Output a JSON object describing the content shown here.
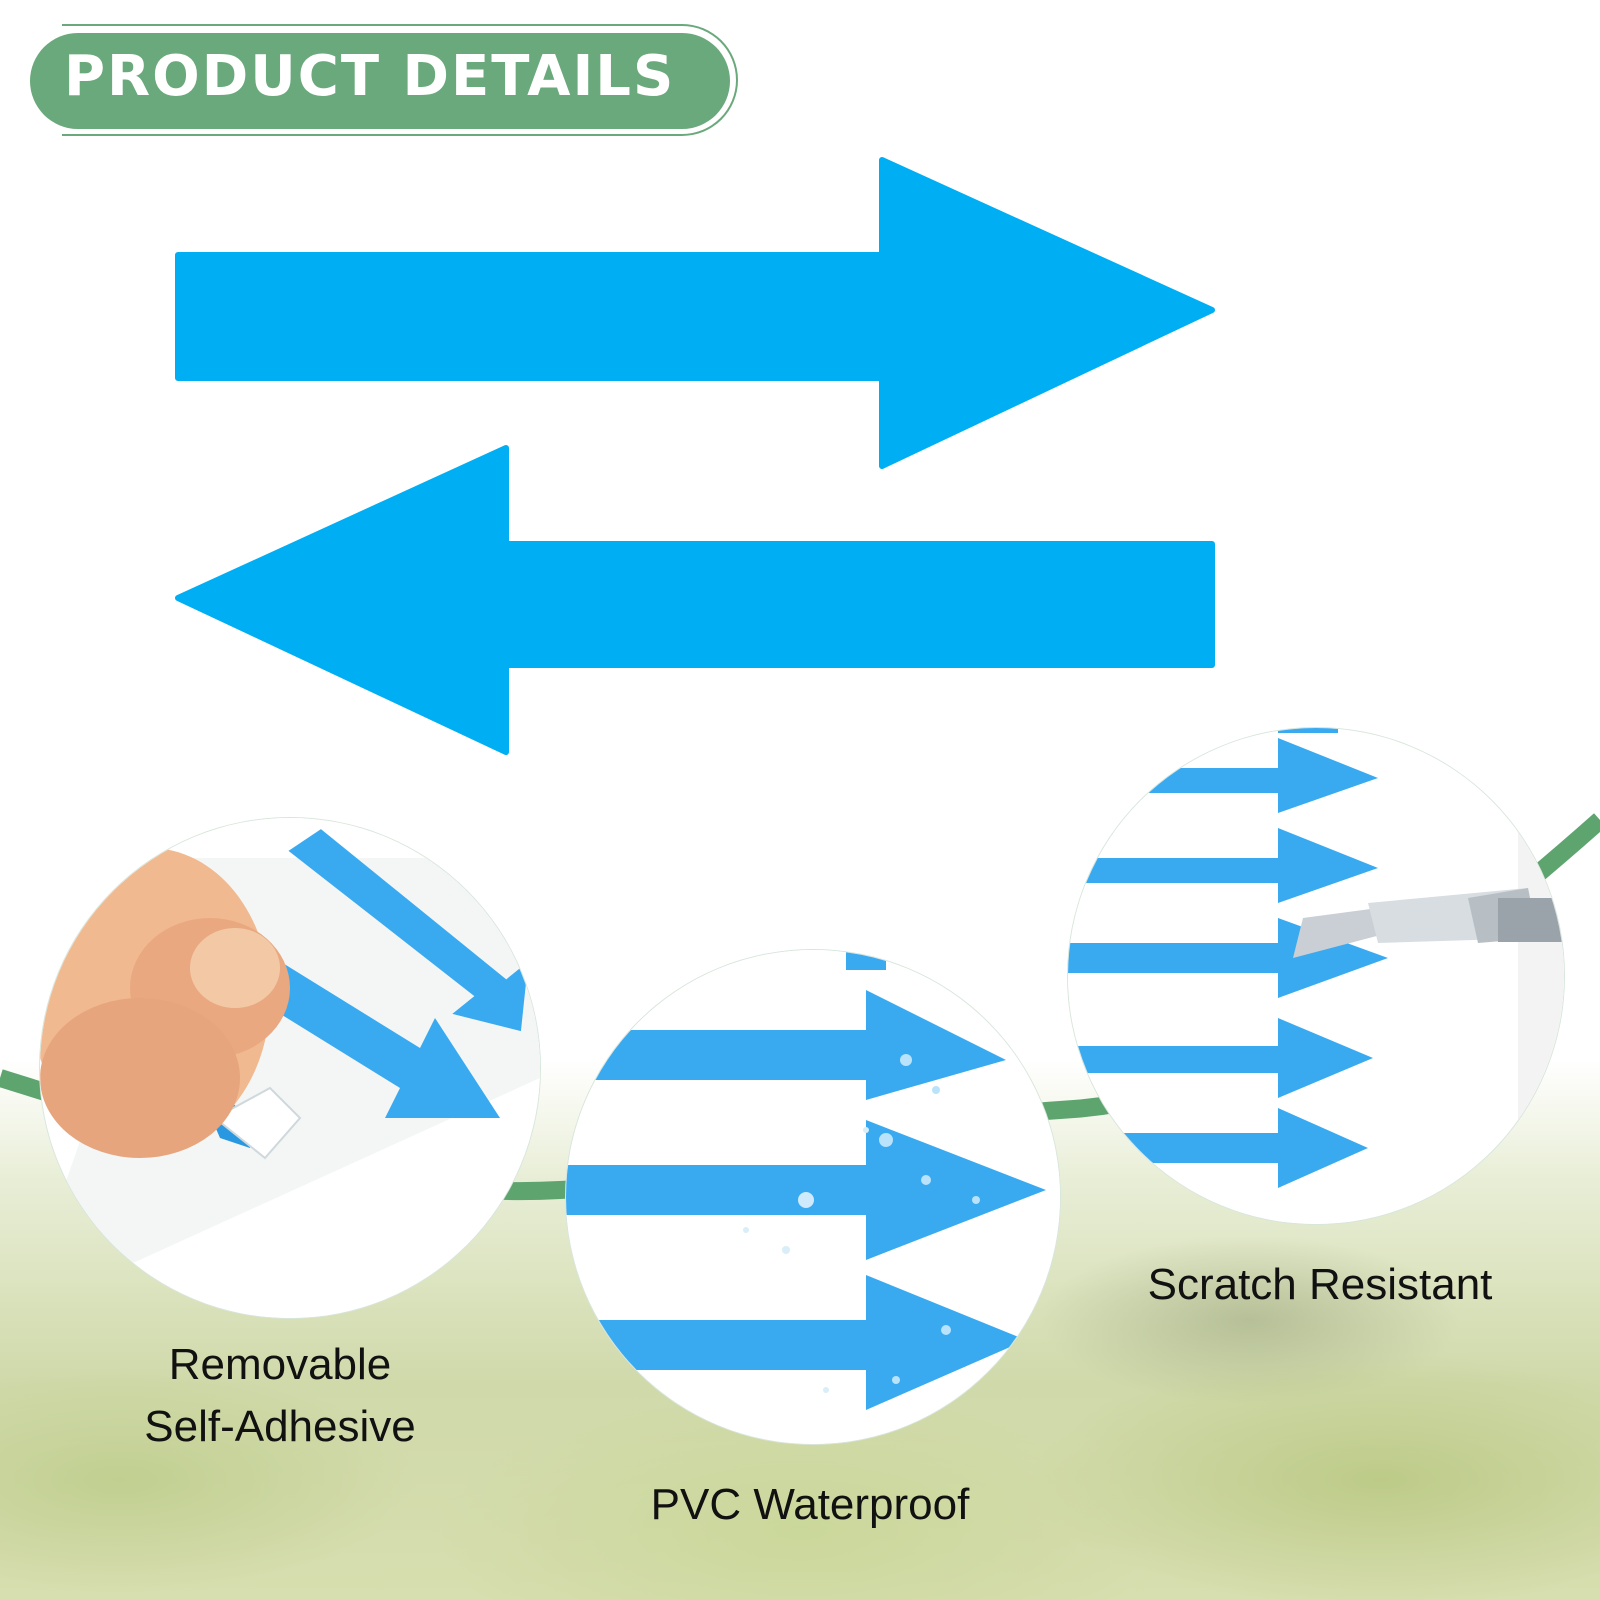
{
  "header": {
    "title": "PRODUCT DETAILS"
  },
  "colors": {
    "arrow": "#00aef3",
    "accent_green": "#6aa97b",
    "text": "#111111"
  },
  "features": [
    {
      "label_line1": "Removable",
      "label_line2": "Self-Adhesive",
      "image": "peeling-arrow-sticker"
    },
    {
      "label": "PVC Waterproof",
      "image": "water-droplets-on-arrows"
    },
    {
      "label": "Scratch Resistant",
      "image": "utility-knife-on-arrows"
    }
  ]
}
